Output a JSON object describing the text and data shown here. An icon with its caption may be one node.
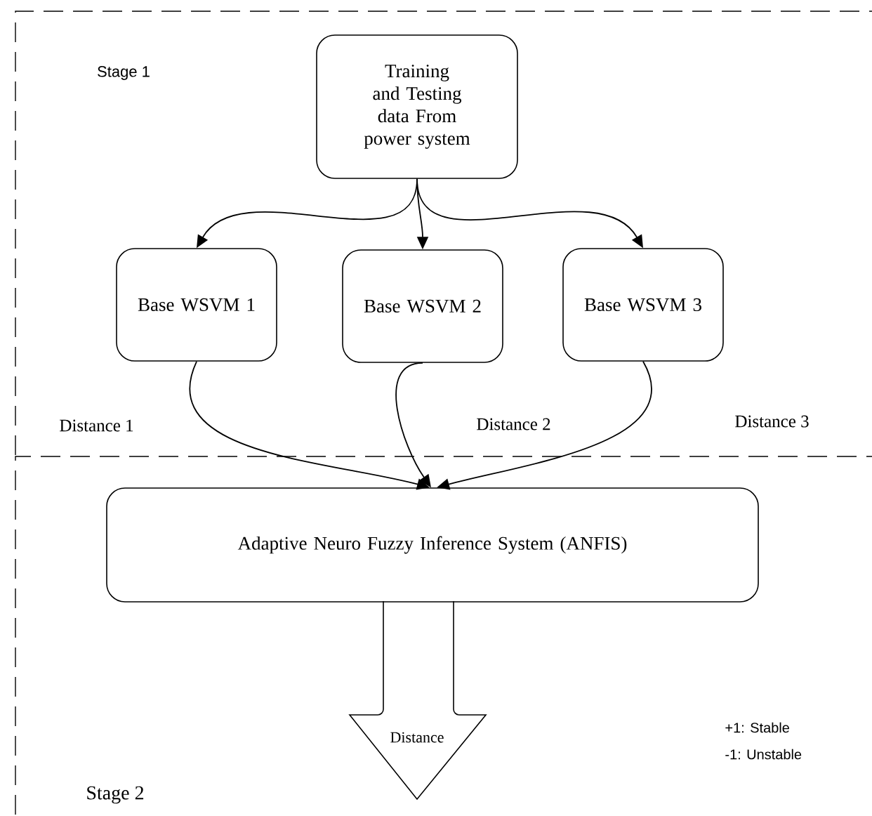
{
  "diagram": {
    "nodes": [
      {
        "text": [
          "Stage 1"
        ]
      },
      {
        "text": [
          "Training and Testing data From power system"
        ],
        "in": 0
      },
      {
        "text": [
          "Base WSVM 1"
        ],
        "in": 0
      },
      {
        "text": [
          "Base WSVM 2"
        ],
        "in": 0
      },
      {
        "text": [
          "Base WSVM 3"
        ],
        "in": 0
      },
      {
        "text": [
          "Stage 2"
        ]
      },
      {
        "text": [
          "Adaptive Neuro Fuzzy Inference System (ANFIS)"
        ],
        "in": 5
      },
      {
        "text": [
          "Distance"
        ],
        "in": 5
      }
    ],
    "edges": [
      {
        "from": 1,
        "to": 2,
        "arrow": "to"
      },
      {
        "from": 1,
        "to": 3,
        "arrow": "to"
      },
      {
        "from": 1,
        "to": 4,
        "arrow": "to"
      },
      {
        "from": 2,
        "to": 6,
        "arrow": "to"
      },
      {
        "from": 3,
        "to": 6,
        "arrow": "to"
      },
      {
        "from": 4,
        "to": 6,
        "arrow": "to"
      }
    ],
    "labels": [
      "Distance 1",
      "Distance 2",
      "Distance 3",
      "+1: Stable",
      "-1: Unstable"
    ]
  }
}
